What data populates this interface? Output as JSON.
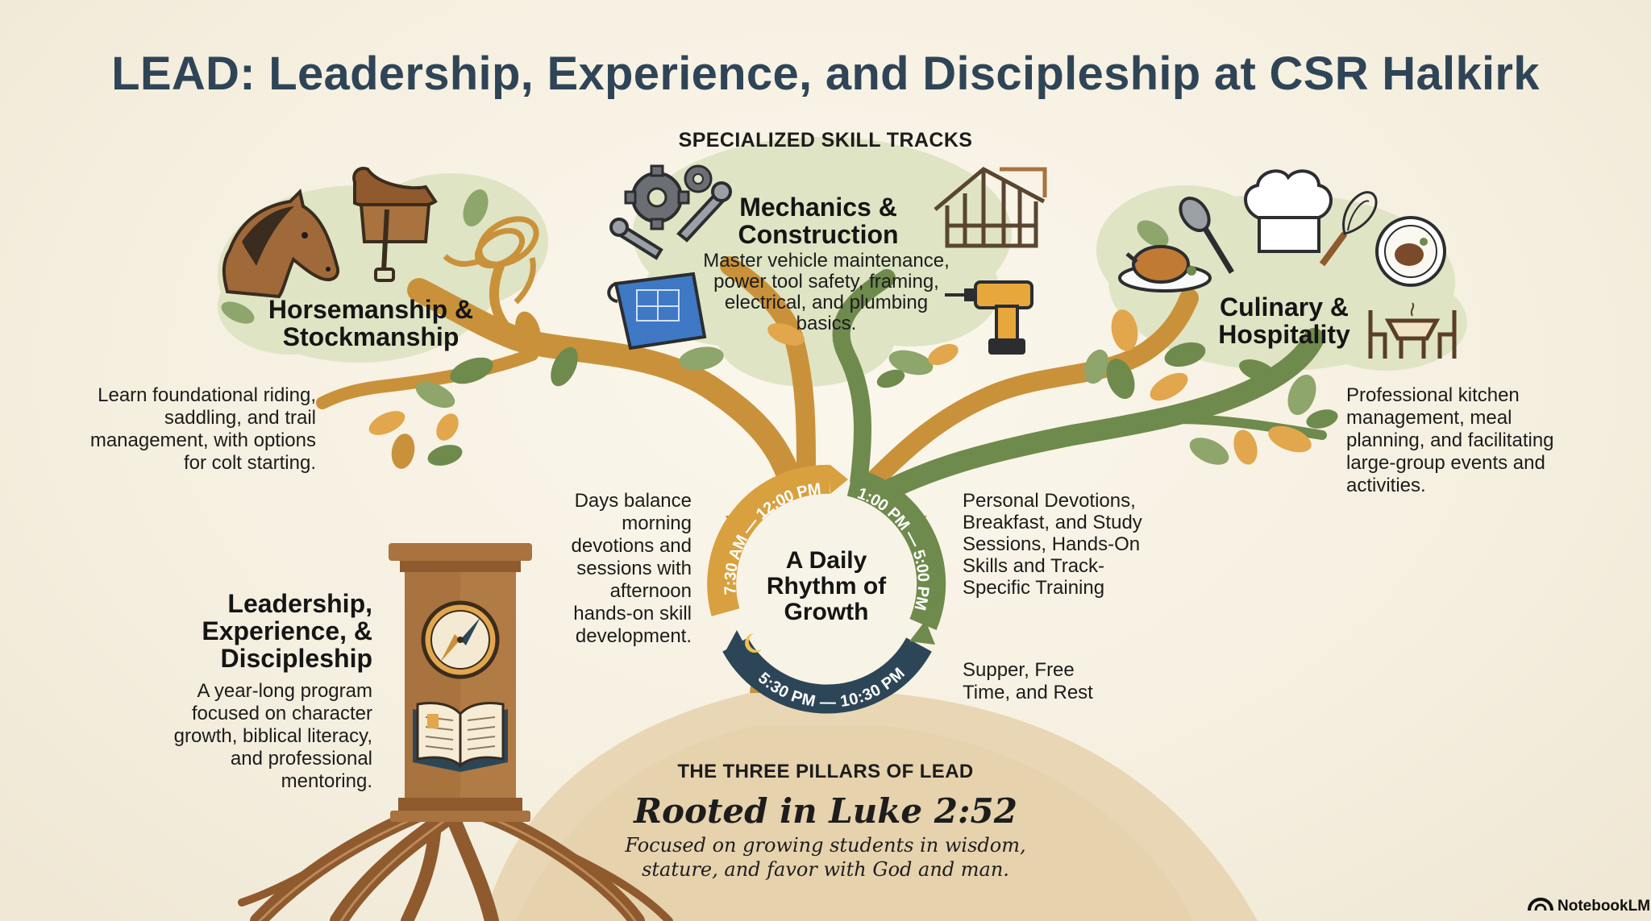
{
  "header": {
    "title": "LEAD: Leadership, Experience, and Discipleship at CSR Halkirk"
  },
  "skill_tracks": {
    "heading": "SPECIALIZED SKILL TRACKS",
    "horsemanship": {
      "title": "Horsemanship & Stockmanship",
      "description": "Learn foundational riding, saddling, and trail management, with options for colt starting.",
      "icons": [
        "horse-icon",
        "saddle-icon",
        "lasso-icon"
      ]
    },
    "mechanics": {
      "title": "Mechanics & Construction",
      "description": "Master vehicle maintenance, power tool safety, framing, electrical, and plumbing basics.",
      "icons": [
        "gears-icon",
        "wrench-icon",
        "blueprint-icon",
        "house-frame-icon",
        "drill-icon"
      ]
    },
    "culinary": {
      "title": "Culinary & Hospitality",
      "description": "Professional kitchen management, meal planning, and facilitating large-group events and activities.",
      "icons": [
        "chef-hat-icon",
        "spoon-icon",
        "whisk-icon",
        "plate-icon",
        "roast-chicken-icon",
        "dining-table-icon"
      ]
    }
  },
  "daily_rhythm": {
    "title": "A Daily Rhythm of Growth",
    "summary": "Days balance morning devotions and sessions with afternoon hands-on skill development.",
    "segments": [
      {
        "time": "7:30 AM — 12:00 PM",
        "color": "#d9a03f"
      },
      {
        "time": "1:00 PM — 5:00 PM",
        "color": "#6f8a4d"
      },
      {
        "time": "5:30 PM — 10:30 PM",
        "color": "#2d4657"
      }
    ],
    "morning_activities": "Personal Devotions, Breakfast, and Study Sessions, Hands-On Skills and Track-Specific Training",
    "evening_activities": "Supper, Free Time, and Rest",
    "moon_icon": "moon-icon"
  },
  "pillar": {
    "title": "Leadership, Experience, & Discipleship",
    "description": "A year-long program focused on character growth, biblical literacy, and professional mentoring.",
    "icons": [
      "compass-icon",
      "open-book-icon"
    ]
  },
  "foundation": {
    "heading": "THE THREE PILLARS OF LEAD",
    "verse_title": "Rooted in Luke 2:52",
    "verse_text": "Focused on growing students in wisdom, stature, and favor with God and man."
  },
  "branding": {
    "label": "NotebookLM",
    "icon": "notebooklm-icon"
  },
  "colors": {
    "title": "#2f4557",
    "trunk_gold": "#c9923a",
    "trunk_green": "#6f8a4d",
    "foliage": "#dfe4c4",
    "ground": "#e9d6b4",
    "pillar_brown": "#a8733e",
    "navy": "#2d4657"
  }
}
